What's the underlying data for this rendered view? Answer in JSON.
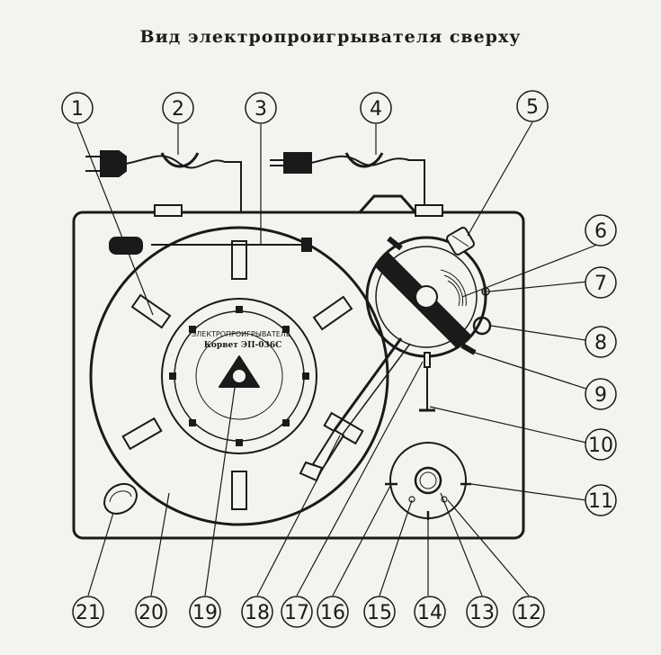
{
  "title": "Вид электропроигрывателя сверху",
  "brand_plate": "Корвет",
  "label": {
    "line1": "ЭЛЕКТРОПРОИГРЫВАТЕЛЬ",
    "line2": "Корвет ЭП-036С"
  },
  "callouts": [
    "1",
    "2",
    "3",
    "4",
    "5",
    "6",
    "7",
    "8",
    "9",
    "10",
    "11",
    "12",
    "13",
    "14",
    "15",
    "16",
    "17",
    "18",
    "19",
    "20",
    "21"
  ],
  "colors": {
    "ink": "#1a1a1a",
    "paper": "#f3f3ef"
  }
}
